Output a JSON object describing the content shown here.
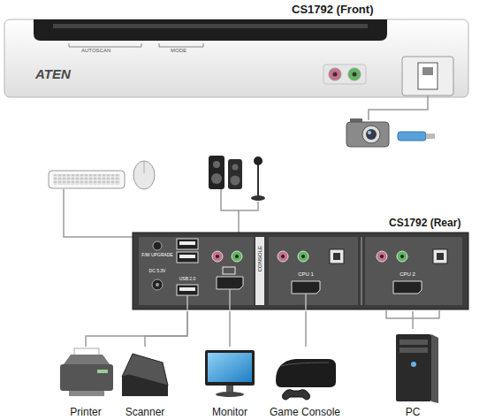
{
  "diagram": {
    "nodes": [
      {
        "text": [
          "CS1792 (Front)"
        ]
      },
      {
        "text": [
          "CS1792 (Rear)"
        ]
      },
      {
        "text": [
          "Printer"
        ]
      },
      {
        "text": [
          "Scanner"
        ]
      },
      {
        "text": [
          "Monitor"
        ]
      },
      {
        "text": [
          "Game Console"
        ]
      },
      {
        "text": [
          "PC"
        ]
      }
    ],
    "edges": [
      {
        "from": 1,
        "to": 2,
        "arrow": "none"
      },
      {
        "from": 1,
        "to": 3,
        "arrow": "none"
      },
      {
        "from": 1,
        "to": 4,
        "arrow": "none"
      },
      {
        "from": 1,
        "to": 5,
        "arrow": "none"
      },
      {
        "from": 1,
        "to": 6,
        "arrow": "none"
      }
    ],
    "labels": [
      "ATEN",
      "AUTOSCAN",
      "MODE",
      "F/W UPGRADE",
      "DC 5.3V",
      "USB 2.0",
      "CONSOLE",
      "CPU 1",
      "CPU 2"
    ]
  }
}
